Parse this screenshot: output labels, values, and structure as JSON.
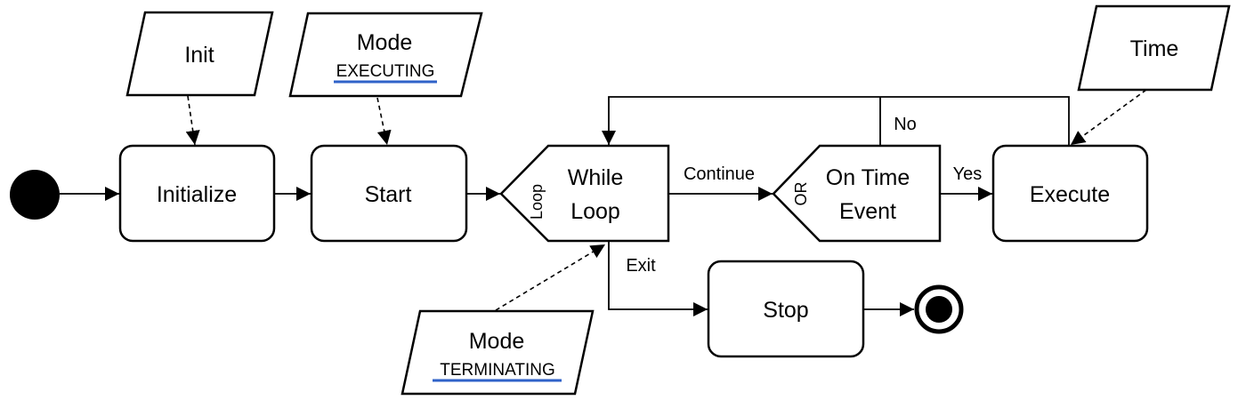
{
  "nodes": {
    "initialize": "Initialize",
    "start": "Start",
    "while_loop": {
      "line1": "While",
      "line2": "Loop",
      "tag": "Loop"
    },
    "on_time_event": {
      "line1": "On Time",
      "line2": "Event",
      "tag": "OR"
    },
    "execute": "Execute",
    "stop": "Stop"
  },
  "data_objects": {
    "init": {
      "title": "Init"
    },
    "mode_executing": {
      "title": "Mode",
      "state": "EXECUTING"
    },
    "time": {
      "title": "Time"
    },
    "mode_terminating": {
      "title": "Mode",
      "state": "TERMINATING"
    }
  },
  "edges": {
    "continue": "Continue",
    "yes": "Yes",
    "no": "No",
    "exit": "Exit"
  },
  "colors": {
    "state_underline": "#2f62c8",
    "stroke": "#000000",
    "fill": "#ffffff"
  }
}
